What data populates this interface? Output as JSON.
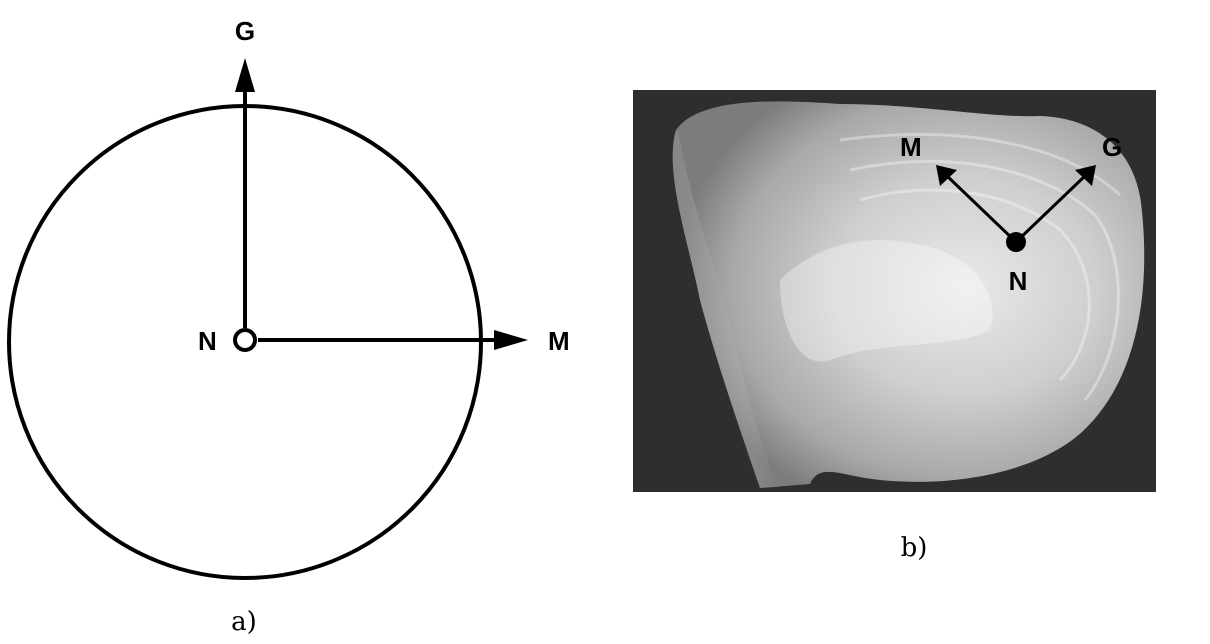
{
  "panel_a": {
    "labels": {
      "G": "G",
      "M": "M",
      "N": "N"
    },
    "caption": "a)"
  },
  "panel_b": {
    "labels": {
      "G": "G",
      "M": "M",
      "N": "N"
    },
    "caption": "b)"
  },
  "colors": {
    "ink": "#000000",
    "photo_bg": "#2e2e2e",
    "shell": "#cfcfcf"
  }
}
